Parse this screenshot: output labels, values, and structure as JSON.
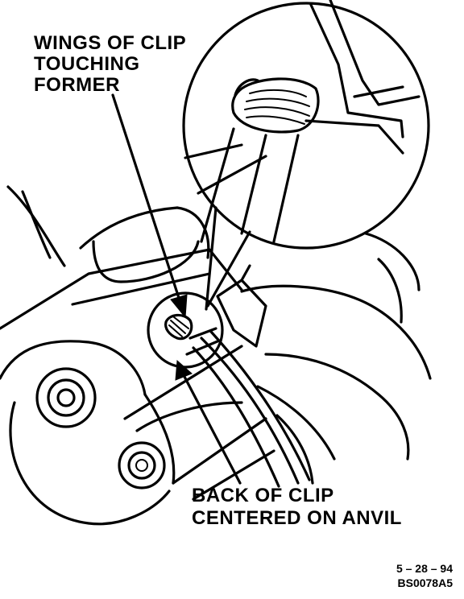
{
  "labels": {
    "top_line1": "WINGS OF CLIP",
    "top_line2": "TOUCHING",
    "top_line3": "FORMER",
    "bottom_line1": "BACK OF CLIP",
    "bottom_line2": "CENTERED ON ANVIL"
  },
  "code": {
    "date": "5 – 28 – 94",
    "ref": "BS0078A5"
  },
  "colors": {
    "ink": "#000000",
    "paper": "#ffffff"
  }
}
